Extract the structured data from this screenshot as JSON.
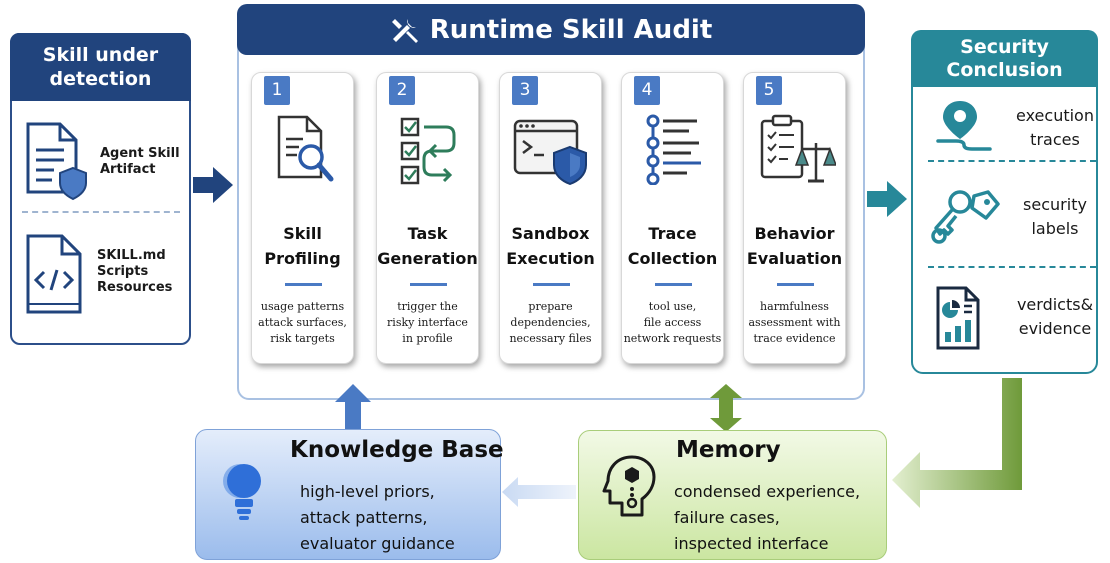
{
  "left_panel": {
    "title": "Skill under detection",
    "artifact_label": "Agent Skill Artifact",
    "artifact_icon": "document-shield-icon",
    "files_icon": "code-file-icon",
    "files": [
      "SKILL.md",
      "Scripts",
      "Resources"
    ]
  },
  "audit": {
    "title": "Runtime Skill Audit",
    "title_icon": "tools-icon",
    "steps": [
      {
        "number": "1",
        "title": [
          "Skill",
          "Profiling"
        ],
        "desc": [
          "usage patterns",
          "attack surfaces,",
          "risk targets"
        ],
        "icon": "document-search-icon"
      },
      {
        "number": "2",
        "title": [
          "Task",
          "Generation"
        ],
        "desc": [
          "trigger the",
          "risky interface",
          "in profile"
        ],
        "icon": "checklist-icon"
      },
      {
        "number": "3",
        "title": [
          "Sandbox",
          "Execution"
        ],
        "desc": [
          "prepare",
          "dependencies,",
          "necessary files"
        ],
        "icon": "terminal-shield-icon"
      },
      {
        "number": "4",
        "title": [
          "Trace",
          "Collection"
        ],
        "desc": [
          "tool use,",
          "file access",
          "network requests"
        ],
        "icon": "timeline-icon"
      },
      {
        "number": "5",
        "title": [
          "Behavior",
          "Evaluation"
        ],
        "desc": [
          "harmfulness",
          "assessment with",
          "trace evidence"
        ],
        "icon": "clipboard-scale-icon"
      }
    ]
  },
  "conclusion": {
    "title": "Security Conclusion",
    "items": [
      {
        "lines": [
          "execution",
          "traces"
        ],
        "icon": "location-pin-icon"
      },
      {
        "lines": [
          "security",
          "labels"
        ],
        "icon": "key-tag-icon"
      },
      {
        "lines": [
          "verdicts&",
          "evidence"
        ],
        "icon": "report-chart-icon"
      }
    ]
  },
  "knowledge_base": {
    "title": "Knowledge Base",
    "lines": [
      "high-level priors,",
      "attack patterns,",
      "evaluator guidance"
    ],
    "icon": "lightbulb-icon"
  },
  "memory": {
    "title": "Memory",
    "lines": [
      "condensed experience,",
      "failure cases,",
      "inspected interface"
    ],
    "icon": "head-network-icon"
  },
  "colors": {
    "navy": "#21447d",
    "teal": "#278899",
    "step_blue": "#4a7ac4",
    "green_arrow": "#6f9a3a"
  }
}
